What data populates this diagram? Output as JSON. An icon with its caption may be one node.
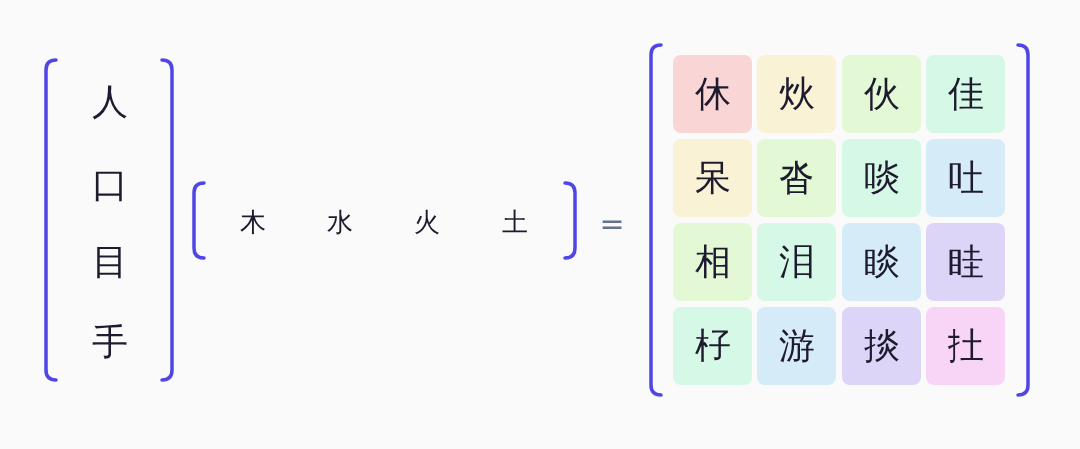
{
  "diagram": {
    "nodes": [
      {
        "text": [
          "休"
        ]
      },
      {
        "text": [
          "炏"
        ]
      },
      {
        "text": [
          "伙"
        ]
      },
      {
        "text": [
          "佳"
        ]
      },
      {
        "text": [
          "呆"
        ]
      },
      {
        "text": [
          "沓"
        ]
      },
      {
        "text": [
          "啖"
        ]
      },
      {
        "text": [
          "吐"
        ]
      },
      {
        "text": [
          "相"
        ]
      },
      {
        "text": [
          "泪"
        ]
      },
      {
        "text": [
          "睒"
        ]
      },
      {
        "text": [
          "眭"
        ]
      },
      {
        "text": [
          "杍"
        ]
      },
      {
        "text": [
          "游"
        ]
      },
      {
        "text": [
          "掞"
        ]
      },
      {
        "text": [
          "扗"
        ]
      }
    ],
    "edges": [],
    "labels": [
      "人",
      "口",
      "目",
      "手",
      "木",
      "水",
      "火",
      "土",
      "="
    ]
  }
}
